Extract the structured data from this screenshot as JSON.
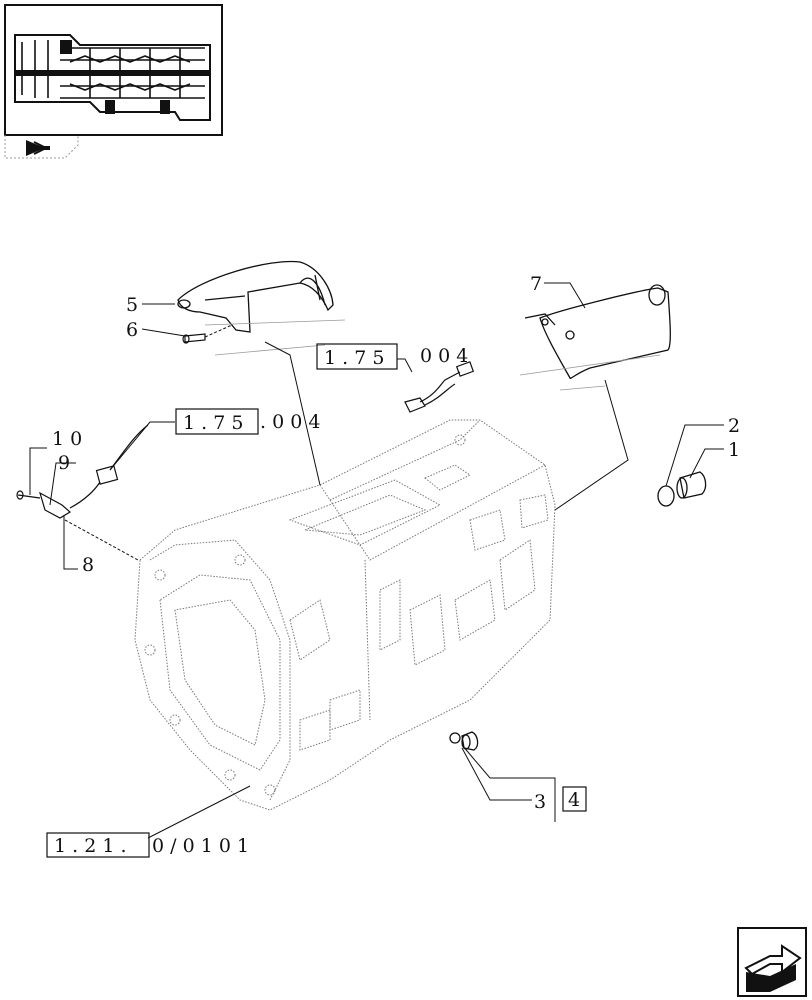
{
  "callouts": {
    "c1": "1",
    "c2": "2",
    "c3": "3",
    "c4": "4",
    "c5": "5",
    "c6": "6",
    "c7": "7",
    "c8": "8",
    "c9": "9",
    "c10": "1 0"
  },
  "references": {
    "ref_top_boxed": "1 . 7 5",
    "ref_top_suffix": "0   0 4",
    "ref_mid_boxed": "1 . 7 5",
    "ref_mid_suffix": ".  0   0 4",
    "ref_bottom_boxed": "1 . 2 1 .",
    "ref_bottom_suffix": "0 / 0 1   0 1"
  },
  "icons": {
    "thumbnail": "transmission-section-thumbnail",
    "back_arrow": "return-arrow-icon",
    "next_arrow": "next-page-arrow-icon"
  }
}
